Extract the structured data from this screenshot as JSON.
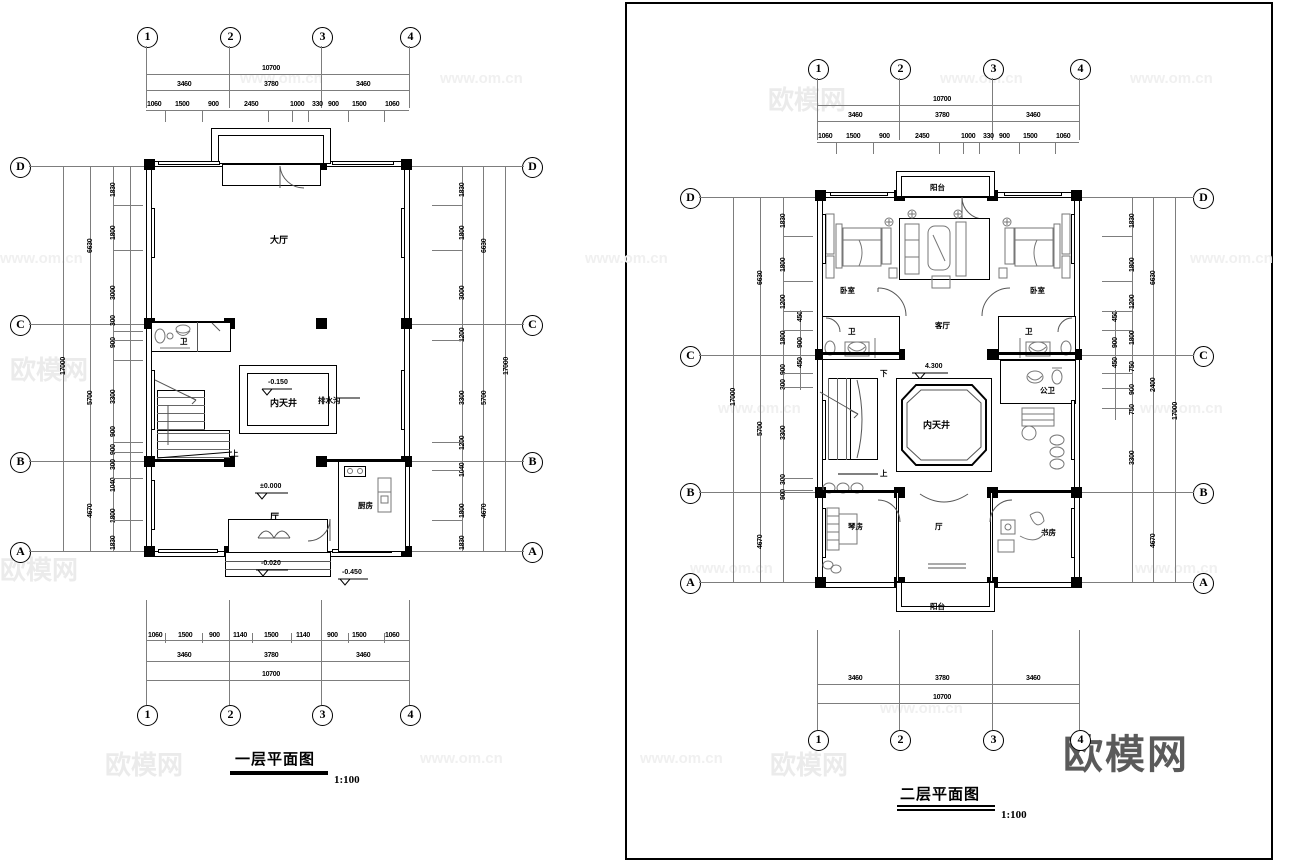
{
  "sheet": {
    "watermark_text": "www.om.cn",
    "watermark_cjk": "欧模网",
    "watermark_logo": "欧模网"
  },
  "plans": [
    {
      "id": "first-floor",
      "title": "一层平面图",
      "scale": "1:100",
      "grid_horizontal": [
        "1",
        "2",
        "3",
        "4"
      ],
      "grid_vertical": [
        "D",
        "C",
        "B",
        "A"
      ],
      "dims_top_overall": "10700",
      "dims_top_bays": [
        "3460",
        "3780",
        "3460"
      ],
      "dims_top_detail": [
        "1060",
        "1500",
        "900",
        "2450",
        "1000",
        "330",
        "900",
        "1500",
        "1060"
      ],
      "dims_bottom_overall": "10700",
      "dims_bottom_bays": [
        "3460",
        "3780",
        "3460"
      ],
      "dims_bottom_detail": [
        "1060",
        "1500",
        "900",
        "1140",
        "1500",
        "1140",
        "900",
        "1500",
        "1060"
      ],
      "dims_left_overall": "17000",
      "dims_left_bays": [
        "6630",
        "5700",
        "4670"
      ],
      "dims_left_detail": [
        "1830",
        "1800",
        "3000",
        "300",
        "900",
        "3300",
        "900",
        "900",
        "300",
        "1040",
        "1800",
        "1830"
      ],
      "dims_right_overall": "17000",
      "dims_right_bays": [
        "6630",
        "5700",
        "4670"
      ],
      "dims_right_detail": [
        "1830",
        "1800",
        "3000",
        "1200",
        "3300",
        "1200",
        "1040",
        "1800",
        "1830"
      ],
      "rooms": [
        {
          "name": "大厅",
          "en": "grand-hall"
        },
        {
          "name": "厅",
          "en": "hall"
        },
        {
          "name": "厨房",
          "en": "kitchen"
        },
        {
          "name": "卫",
          "en": "bathroom"
        },
        {
          "name": "内天井",
          "en": "inner-courtyard"
        },
        {
          "name": "排水沟",
          "en": "drainage-ditch"
        }
      ],
      "elevations": [
        "-0.150",
        "±0.000",
        "-0.020",
        "-0.450"
      ],
      "stair_labels": [
        "上"
      ]
    },
    {
      "id": "second-floor",
      "title": "二层平面图",
      "scale": "1:100",
      "grid_horizontal": [
        "1",
        "2",
        "3",
        "4"
      ],
      "grid_vertical": [
        "D",
        "C",
        "B",
        "A"
      ],
      "dims_top_overall": "10700",
      "dims_top_bays": [
        "3460",
        "3780",
        "3460"
      ],
      "dims_top_detail": [
        "1060",
        "1500",
        "900",
        "2450",
        "1000",
        "330",
        "900",
        "1500",
        "1060"
      ],
      "dims_bottom_overall": "10700",
      "dims_bottom_bays": [
        "3460",
        "3780",
        "3460"
      ],
      "dims_left_overall": "17000",
      "dims_left_bays": [
        "6630",
        "5700",
        "4670"
      ],
      "dims_left_detail": [
        "1830",
        "1800",
        "1200",
        "1800",
        "450",
        "900",
        "450",
        "900",
        "300",
        "3300",
        "300",
        "900"
      ],
      "dims_right_overall": "17000",
      "dims_right_bays": [
        "6630",
        "2400",
        "4670"
      ],
      "dims_right_detail": [
        "1830",
        "1800",
        "1200",
        "1800",
        "450",
        "900",
        "450",
        "750",
        "900",
        "750",
        "3300"
      ],
      "rooms": [
        {
          "name": "阳台",
          "en": "balcony-north"
        },
        {
          "name": "卧室",
          "en": "bedroom-west"
        },
        {
          "name": "卧室",
          "en": "bedroom-east"
        },
        {
          "name": "客厅",
          "en": "living-room"
        },
        {
          "name": "卫",
          "en": "bathroom-west"
        },
        {
          "name": "卫",
          "en": "bathroom-east"
        },
        {
          "name": "公卫",
          "en": "public-bathroom"
        },
        {
          "name": "内天井",
          "en": "inner-courtyard"
        },
        {
          "name": "琴房",
          "en": "music-room"
        },
        {
          "name": "厅",
          "en": "hall"
        },
        {
          "name": "书房",
          "en": "study"
        },
        {
          "name": "阳台",
          "en": "balcony-south"
        }
      ],
      "elevations": [
        "4.300"
      ],
      "stair_labels": [
        "下",
        "上"
      ]
    }
  ]
}
